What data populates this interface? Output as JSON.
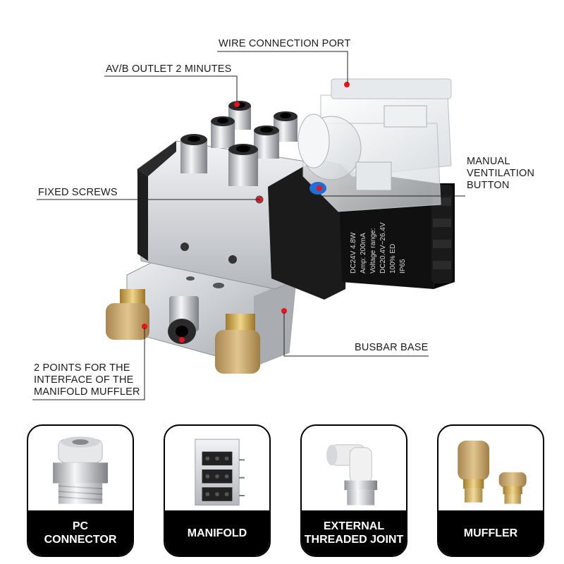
{
  "callouts": {
    "wire_port": "WIRE CONNECTION PORT",
    "outlet": "AV/B OUTLET 2 MINUTES",
    "manual_btn": [
      "MANUAL",
      "VENTILATION",
      "BUTTON"
    ],
    "fixed_screws": "FIXED SCREWS",
    "busbar": "BUSBAR BASE",
    "muffler_points": [
      "2 POINTS FOR THE",
      "INTERFACE OF THE",
      "MANIFOLD MUFFLER"
    ]
  },
  "coil_label": {
    "line1": "DC24V   4.8W",
    "line2": "Amp:  200mA",
    "line3": "Voltage range:",
    "line4": "DC20.4V~26.4V",
    "line5": "100% ED",
    "line6": "IP65"
  },
  "products": [
    {
      "lines": [
        "PC",
        "CONNECTOR"
      ],
      "icon": "pc-connector-icon"
    },
    {
      "lines": [
        "MANIFOLD"
      ],
      "icon": "manifold-icon"
    },
    {
      "lines": [
        "EXTERNAL",
        "THREADED JOINT"
      ],
      "icon": "elbow-joint-icon"
    },
    {
      "lines": [
        "MUFFLER"
      ],
      "icon": "muffler-icon"
    }
  ],
  "colors": {
    "marker": "#e8141c",
    "button": "#1f6fd6",
    "brass": "#c9a24a",
    "sintered": "#c7a56a"
  }
}
